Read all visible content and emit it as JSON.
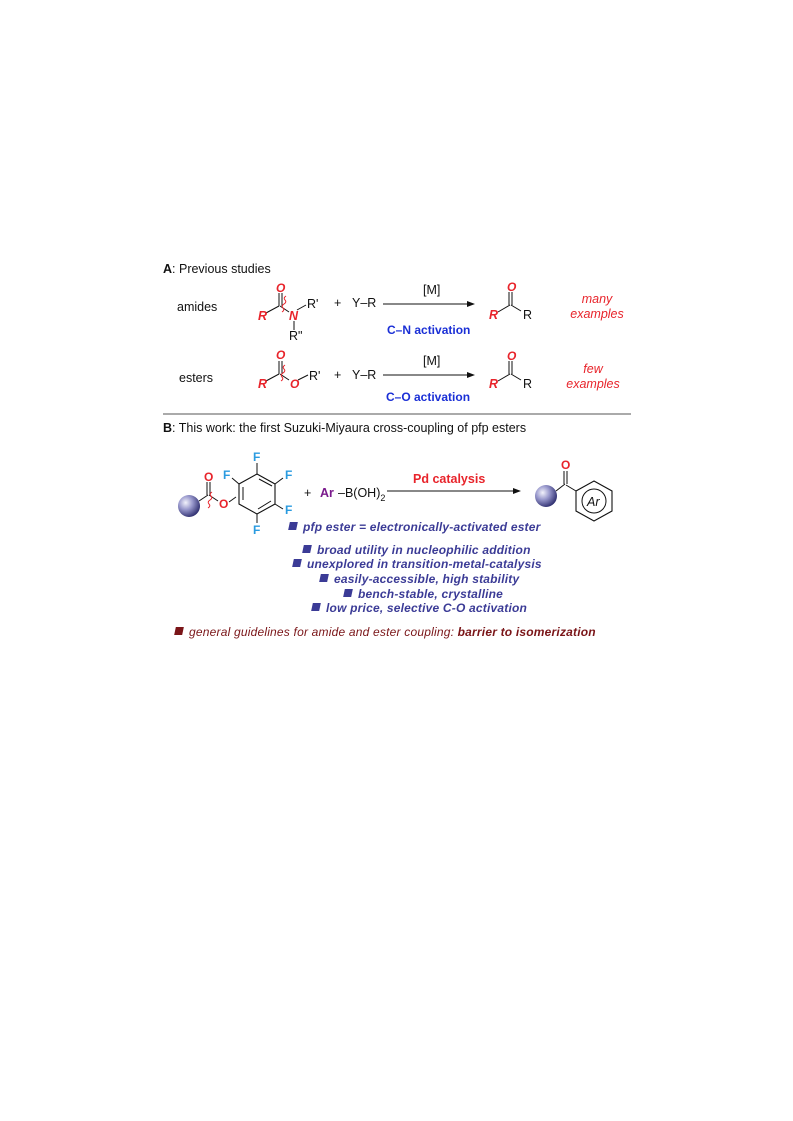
{
  "section_a": {
    "letter": "A",
    "title": ": Previous studies"
  },
  "amides_row": {
    "label": "amides",
    "reactant_R": "R",
    "reactant_O": "O",
    "reactant_N": "N",
    "reactant_R1": "R'",
    "reactant_R2": "R\"",
    "plus": "+",
    "reagent": "Y–R",
    "catalyst": "[M]",
    "activation": "C–N activation",
    "product_R_red": "R",
    "product_O": "O",
    "product_R": "R",
    "note": "many examples"
  },
  "esters_row": {
    "label": "esters",
    "reactant_R": "R",
    "reactant_O": "O",
    "reactant_O2": "O",
    "reactant_R1": "R'",
    "plus": "+",
    "reagent": "Y–R",
    "catalyst": "[M]",
    "activation": "C–O activation",
    "product_R_red": "R",
    "product_O": "O",
    "product_R": "R",
    "note": "few examples"
  },
  "section_b": {
    "letter": "B",
    "title": ": This work: the first Suzuki-Miyaura cross-coupling of pfp esters"
  },
  "reaction_b": {
    "ester_O1": "O",
    "ester_O2": "O",
    "F_labels": [
      "F",
      "F",
      "F",
      "F",
      "F"
    ],
    "plus": "+",
    "ar": "Ar",
    "boronic": "–B(OH)",
    "boronic_sub": "2",
    "catalysis": "Pd catalysis",
    "product_O": "O",
    "product_ar": "Ar"
  },
  "bullets": [
    "pfp ester = electronically-activated ester",
    "broad utility in nucleophilic addition",
    "unexplored in transition-metal-catalysis",
    "easily-accessible, high stability",
    "bench-stable, crystalline",
    "low price, selective C-O activation"
  ],
  "guideline": {
    "text": "general guidelines for amide and ester coupling: ",
    "emphasis": "barrier to isomerization"
  },
  "colors": {
    "red": "#e8242b",
    "blue": "#1a2fd6",
    "cyan": "#2a9be0",
    "purple": "#7a1a8c",
    "navy": "#3b3b96",
    "maroon": "#7a1518"
  }
}
